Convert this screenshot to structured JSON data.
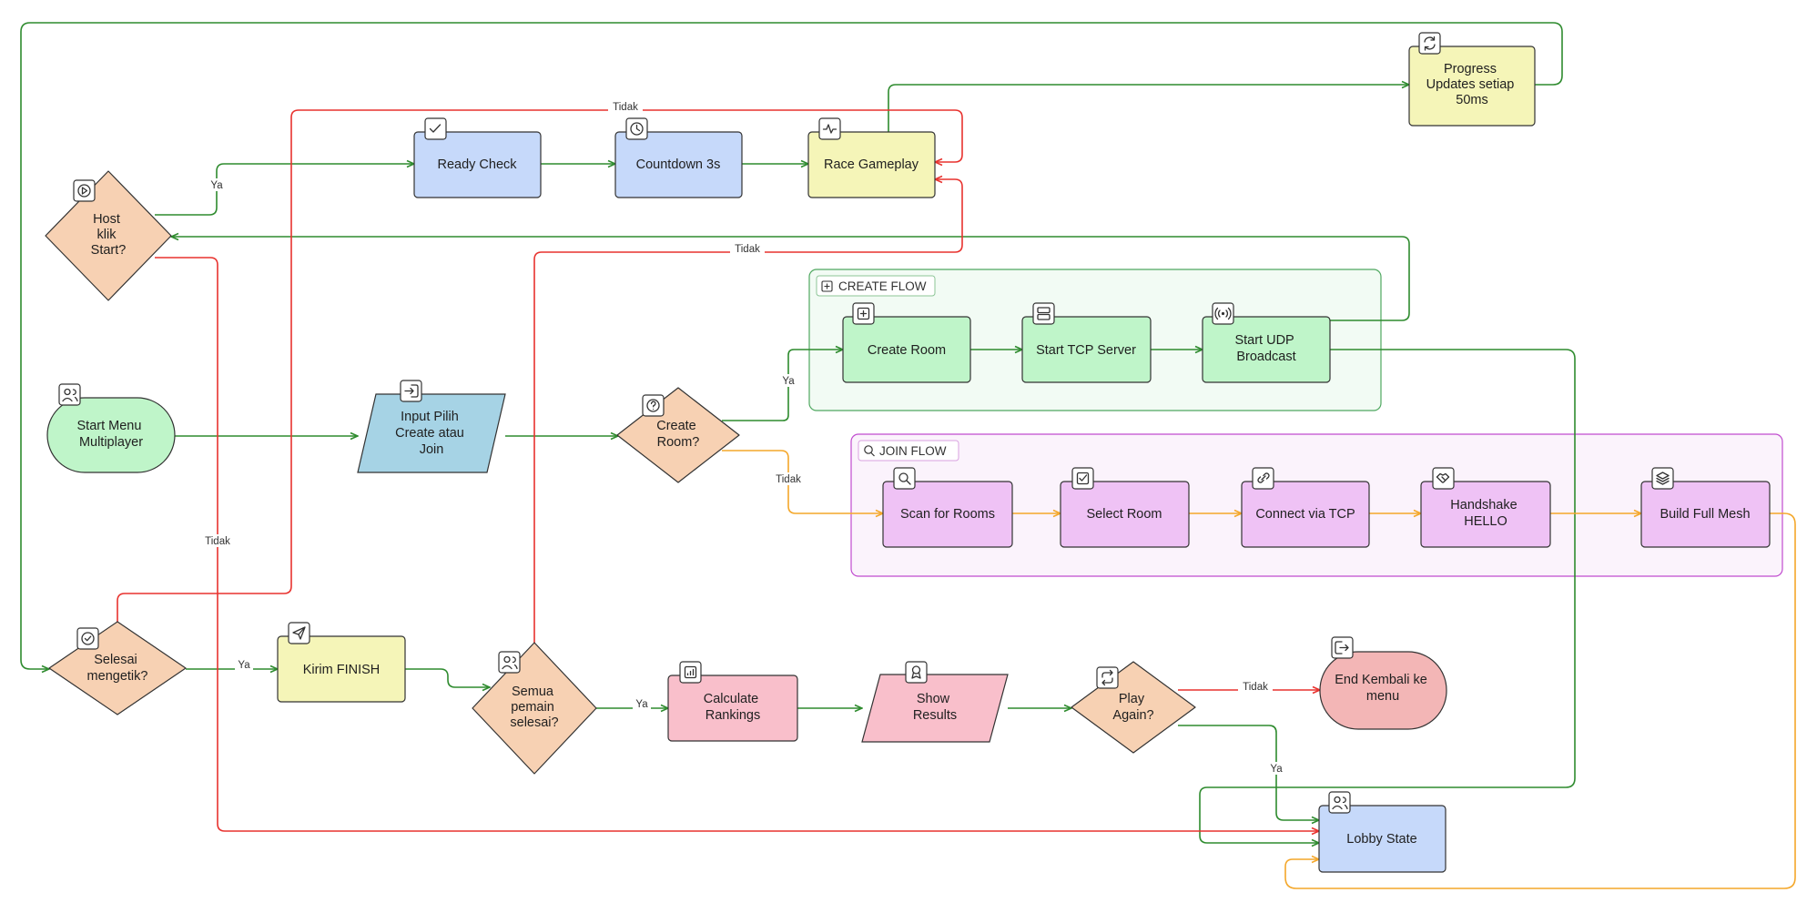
{
  "colors": {
    "green_arrow": "#2e8b2e",
    "red_arrow": "#e8322e",
    "orange_arrow": "#f4a72a",
    "green_fill": "#bff5c9",
    "blue_fill": "#c6d9fa",
    "yellow_fill": "#f5f5b8",
    "peach_fill": "#f7d1b3",
    "teal_fill": "#a6d3e5",
    "purple_fill": "#efc2f5",
    "pink_fill": "#f9bfcb",
    "endred_fill": "#f3b6b6"
  },
  "groups": {
    "create": {
      "title": "CREATE FLOW",
      "icon": "plus-square-icon"
    },
    "join": {
      "title": "JOIN FLOW",
      "icon": "search-icon"
    }
  },
  "nodes": {
    "start_menu": {
      "lines": [
        "Start Menu",
        "Multiplayer"
      ],
      "icon": "users-icon"
    },
    "input_pilih": {
      "lines": [
        "Input Pilih",
        "Create atau",
        "Join"
      ],
      "icon": "login-icon"
    },
    "create_room_q": {
      "lines": [
        "Create",
        "Room?"
      ],
      "icon": "question-icon"
    },
    "create_room": {
      "lines": [
        "Create Room"
      ],
      "icon": "plus-square-icon"
    },
    "tcp_server": {
      "lines": [
        "Start TCP Server"
      ],
      "icon": "server-icon"
    },
    "udp_broadcast": {
      "lines": [
        "Start UDP",
        "Broadcast"
      ],
      "icon": "broadcast-icon"
    },
    "scan_rooms": {
      "lines": [
        "Scan for Rooms"
      ],
      "icon": "search-icon"
    },
    "select_room": {
      "lines": [
        "Select Room"
      ],
      "icon": "check-square-icon"
    },
    "connect_tcp": {
      "lines": [
        "Connect via TCP"
      ],
      "icon": "link-icon"
    },
    "handshake": {
      "lines": [
        "Handshake",
        "HELLO"
      ],
      "icon": "handshake-icon"
    },
    "full_mesh": {
      "lines": [
        "Build Full Mesh"
      ],
      "icon": "layers-icon"
    },
    "host_start": {
      "lines": [
        "Host",
        "klik",
        "Start?"
      ],
      "icon": "play-icon"
    },
    "ready_check": {
      "lines": [
        "Ready Check"
      ],
      "icon": "check-icon"
    },
    "countdown": {
      "lines": [
        "Countdown 3s"
      ],
      "icon": "clock-icon"
    },
    "race": {
      "lines": [
        "Race Gameplay"
      ],
      "icon": "activity-icon"
    },
    "progress": {
      "lines": [
        "Progress",
        "Updates setiap",
        "50ms"
      ],
      "icon": "refresh-icon"
    },
    "selesai": {
      "lines": [
        "Selesai",
        "mengetik?"
      ],
      "icon": "check-circle-icon"
    },
    "kirim": {
      "lines": [
        "Kirim FINISH"
      ],
      "icon": "send-icon"
    },
    "semua": {
      "lines": [
        "Semua",
        "pemain",
        "selesai?"
      ],
      "icon": "users-icon"
    },
    "rankings": {
      "lines": [
        "Calculate",
        "Rankings"
      ],
      "icon": "bar-chart-icon"
    },
    "results": {
      "lines": [
        "Show",
        "Results"
      ],
      "icon": "award-icon"
    },
    "play_again": {
      "lines": [
        "Play",
        "Again?"
      ],
      "icon": "repeat-icon"
    },
    "end": {
      "lines": [
        "End Kembali ke",
        "menu"
      ],
      "icon": "logout-icon"
    },
    "lobby": {
      "lines": [
        "Lobby State"
      ],
      "icon": "users-icon"
    }
  },
  "edge_labels": {
    "host_yes": "Ya",
    "host_no": "Tidak",
    "create_yes": "Ya",
    "create_no": "Tidak",
    "selesai_yes": "Ya",
    "selesai_no": "Tidak",
    "semua_yes": "Ya",
    "semua_no": "Tidak",
    "play_no": "Tidak",
    "play_yes": "Ya"
  }
}
